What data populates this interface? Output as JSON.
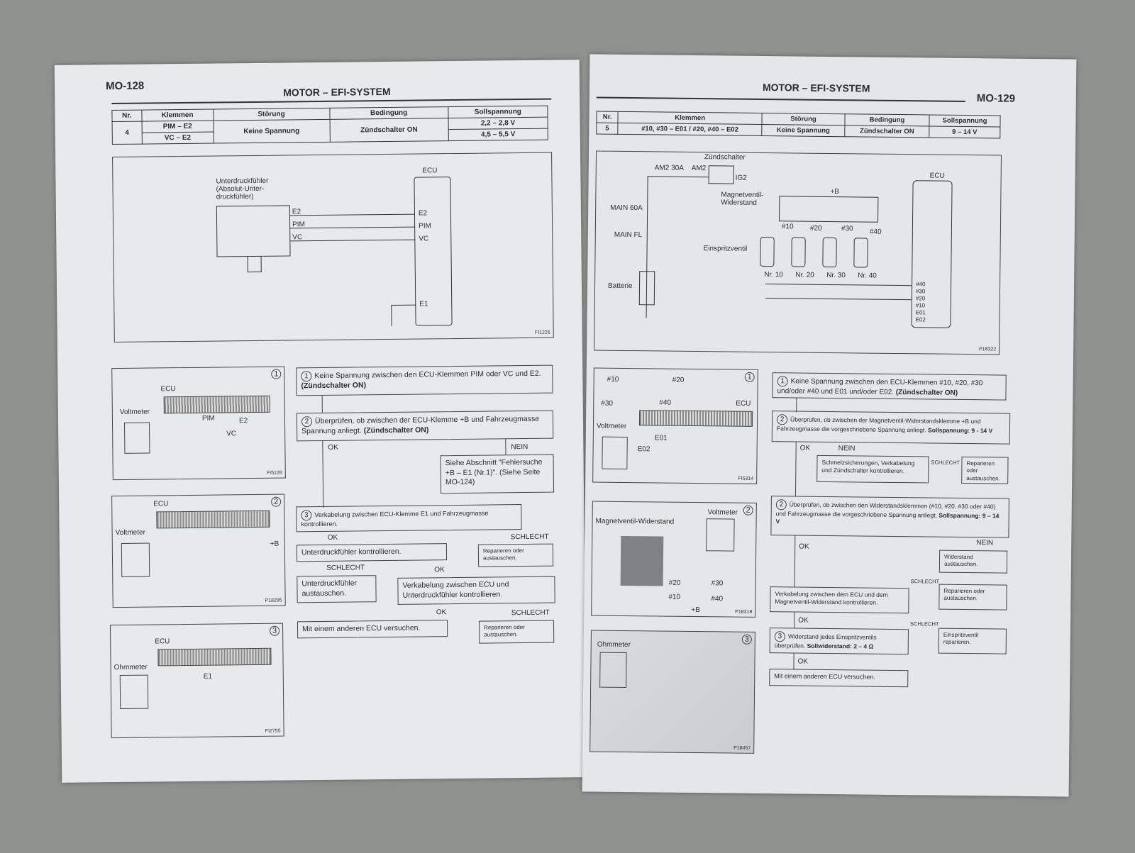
{
  "left_page": {
    "page_number": "MO-128",
    "header": "MOTOR – EFI-SYSTEM",
    "table": {
      "headers": [
        "Nr.",
        "Klemmen",
        "Störung",
        "Bedingung",
        "Sollspannung"
      ],
      "rows": [
        {
          "nr": "4",
          "klemmen": [
            "PIM – E2",
            "VC – E2"
          ],
          "stoerung": "Keine Spannung",
          "bedingung": "Zündschalter ON",
          "soll": [
            "2,2 – 2,8 V",
            "4,5 – 5,5 V"
          ]
        }
      ]
    },
    "diagram": {
      "sensor_label": "Unterdruckfühler (Absolut-Unter-druckfühler)",
      "ecu": "ECU",
      "pins_left": [
        "E2",
        "PIM",
        "VC"
      ],
      "pins_right": [
        "E2",
        "PIM",
        "VC",
        "E1"
      ],
      "code": "FI1226"
    },
    "figures": [
      {
        "num": "1",
        "labels": [
          "ECU",
          "Voltmeter",
          "PIM",
          "E2",
          "VC"
        ],
        "code": "FI5128"
      },
      {
        "num": "2",
        "labels": [
          "ECU",
          "Voltmeter",
          "+B"
        ],
        "code": "P18295"
      },
      {
        "num": "3",
        "labels": [
          "ECU",
          "Ohmmeter",
          "E1"
        ],
        "code": "FI2755"
      }
    ],
    "flow": {
      "step1": "Keine Spannung zwischen den ECU-Klemmen PIM oder VC und E2.",
      "step1_bold": "(Zündschalter ON)",
      "step2": "Überprüfen, ob zwischen der ECU-Klemme +B und Fahrzeugmasse Spannung anliegt.",
      "step2_bold": "(Zündschalter ON)",
      "ok": "OK",
      "nein": "NEIN",
      "schlecht": "SCHLECHT",
      "see": "Siehe Abschnitt \"Fehlersuche +B – E1 (Nr.1)\". (Siehe Seite MO-124)",
      "step3": "Verkabelung zwischen ECU-Klemme E1 und Fahrzeugmasse kontrollieren.",
      "repair": "Reparieren oder austauschen.",
      "check_sensor": "Unterdruckfühler kontrollieren.",
      "replace_sensor": "Unterdruckfühler austauschen.",
      "check_wiring": "Verkabelung zwischen ECU und Unterdruckfühler kontrollieren.",
      "other_ecu": "Mit einem anderen ECU versuchen."
    }
  },
  "right_page": {
    "page_number": "MO-129",
    "header": "MOTOR – EFI-SYSTEM",
    "table": {
      "headers": [
        "Nr.",
        "Klemmen",
        "Störung",
        "Bedingung",
        "Sollspannung"
      ],
      "rows": [
        {
          "nr": "5",
          "klemmen": "#10, #30 – E01 / #20, #40 – E02",
          "stoerung": "Keine Spannung",
          "bedingung": "Zündschalter ON",
          "soll": "9 – 14 V"
        }
      ]
    },
    "diagram": {
      "labels": {
        "switch": "Zündschalter",
        "am2_30a": "AM2 30A",
        "am2": "AM2",
        "ig2": "IG2",
        "plus_b": "+B",
        "resistor": "Magnetventil-Widerstand",
        "main60": "MAIN 60A",
        "mainfl": "MAIN FL",
        "injector": "Einspritzventil",
        "battery": "Batterie",
        "ecu": "ECU"
      },
      "res_pins": [
        "#10",
        "#20",
        "#30",
        "#40"
      ],
      "injectors": [
        "Nr. 10",
        "Nr. 20",
        "Nr. 30",
        "Nr. 40"
      ],
      "ecu_pins": [
        "#40",
        "#30",
        "#20",
        "#10",
        "E01",
        "E02"
      ],
      "code": "P18322"
    },
    "figures": [
      {
        "num": "1",
        "labels": [
          "#10",
          "#20",
          "#30",
          "#40",
          "ECU",
          "Voltmeter",
          "E01",
          "E02"
        ],
        "code": "FI5314"
      },
      {
        "num": "2",
        "labels": [
          "Magnetventil-Widerstand",
          "Voltmeter",
          "#20",
          "#30",
          "#10",
          "#40",
          "+B"
        ],
        "code": "P18318"
      },
      {
        "num": "3",
        "labels": [
          "Ohmmeter"
        ],
        "code": "P18457"
      }
    ],
    "flow": {
      "step1": "Keine Spannung zwischen den ECU-Klemmen #10, #20, #30 und/oder #40 und E01 und/oder E02.",
      "step1_bold": "(Zündschalter ON)",
      "step2a": "Überprüfen, ob zwischen der Magnetventil-Widerstandsklemme +B und Fahrzeugmasse die vorgeschriebene Spannung anliegt.",
      "step2a_bold": "Sollspannung: 9 - 14 V",
      "fuses": "Schmelzsicherungen, Verkabelung und Zündschalter kontrollieren.",
      "repair": "Reparieren oder austauschen.",
      "step2b": "Überprüfen, ob zwischen den Widerstandsklemmen (#10, #20, #30 oder #40) und Fahrzeugmasse die vorgeschriebene Spannung anliegt.",
      "step2b_bold": "Sollspannung: 9 – 14 V",
      "replace_res": "Widerstand austauschen.",
      "wiring": "Verkabelung zwischen dem ECU und dem Magnetventil-Widerstand kontrollieren.",
      "step3": "Widerstand jedes Einspritzventils überprüfen.",
      "step3_bold": "Sollwiderstand: 2 – 4 Ω",
      "repair_inj": "Einspritzventil reparieren.",
      "other_ecu": "Mit einem anderen ECU versuchen.",
      "ok": "OK",
      "nein": "NEIN",
      "schlecht": "SCHLECHT"
    }
  }
}
